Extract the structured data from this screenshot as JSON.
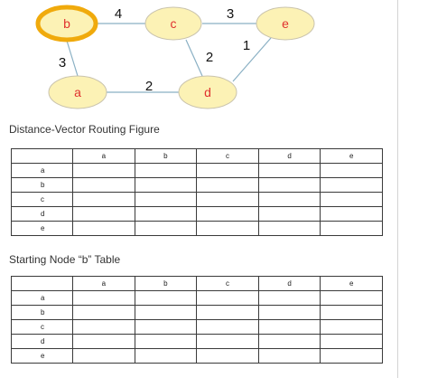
{
  "graph": {
    "nodes": [
      {
        "id": "b",
        "label": "b",
        "highlight": true
      },
      {
        "id": "c",
        "label": "c",
        "highlight": false
      },
      {
        "id": "e",
        "label": "e",
        "highlight": false
      },
      {
        "id": "a",
        "label": "a",
        "highlight": false
      },
      {
        "id": "d",
        "label": "d",
        "highlight": false
      }
    ],
    "edges": [
      {
        "from": "b",
        "to": "c",
        "weight": "4"
      },
      {
        "from": "c",
        "to": "e",
        "weight": "3"
      },
      {
        "from": "b",
        "to": "a",
        "weight": "3"
      },
      {
        "from": "c",
        "to": "d",
        "weight": "2"
      },
      {
        "from": "e",
        "to": "d",
        "weight": "1"
      },
      {
        "from": "a",
        "to": "d",
        "weight": "2"
      }
    ],
    "colors": {
      "node_fill": "#fcf2b5",
      "node_stroke": "#c9c3ad",
      "highlight_stroke": "#f0aa0c",
      "edge": "#8ab0c4",
      "node_label": "#e0312f"
    }
  },
  "caption1": "Distance-Vector Routing Figure",
  "caption2": "Starting Node “b” Table",
  "table1": {
    "columns": [
      "",
      "a",
      "b",
      "c",
      "d",
      "e"
    ],
    "rows": [
      "a",
      "b",
      "c",
      "d",
      "e"
    ]
  },
  "table2": {
    "columns": [
      "",
      "a",
      "b",
      "c",
      "d",
      "e"
    ],
    "rows": [
      "a",
      "b",
      "c",
      "d",
      "e"
    ]
  }
}
